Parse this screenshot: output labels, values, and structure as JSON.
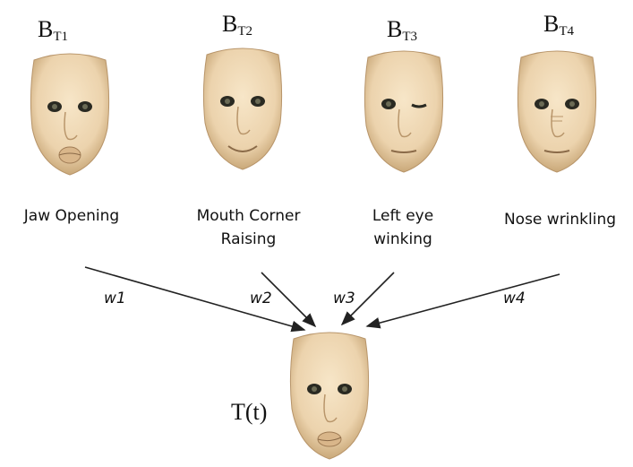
{
  "blendshapes": [
    {
      "base": "B",
      "sub": "T1",
      "caption_lines": [
        "Jaw Opening"
      ],
      "weight": "w1",
      "expression": "jaw-opening"
    },
    {
      "base": "B",
      "sub": "T2",
      "caption_lines": [
        "Mouth Corner",
        "Raising"
      ],
      "weight": "w2",
      "expression": "mouth-corner-raising"
    },
    {
      "base": "B",
      "sub": "T3",
      "caption_lines": [
        "Left eye",
        "winking"
      ],
      "weight": "w3",
      "expression": "left-eye-winking"
    },
    {
      "base": "B",
      "sub": "T4",
      "caption_lines": [
        "Nose wrinkling"
      ],
      "weight": "w4",
      "expression": "nose-wrinkling"
    }
  ],
  "target": {
    "label": "T(t)"
  },
  "colors": {
    "skin": "#ecd3ad",
    "skin_shade": "#c9a879",
    "eye": "#2a2a22",
    "line": "#222222"
  }
}
